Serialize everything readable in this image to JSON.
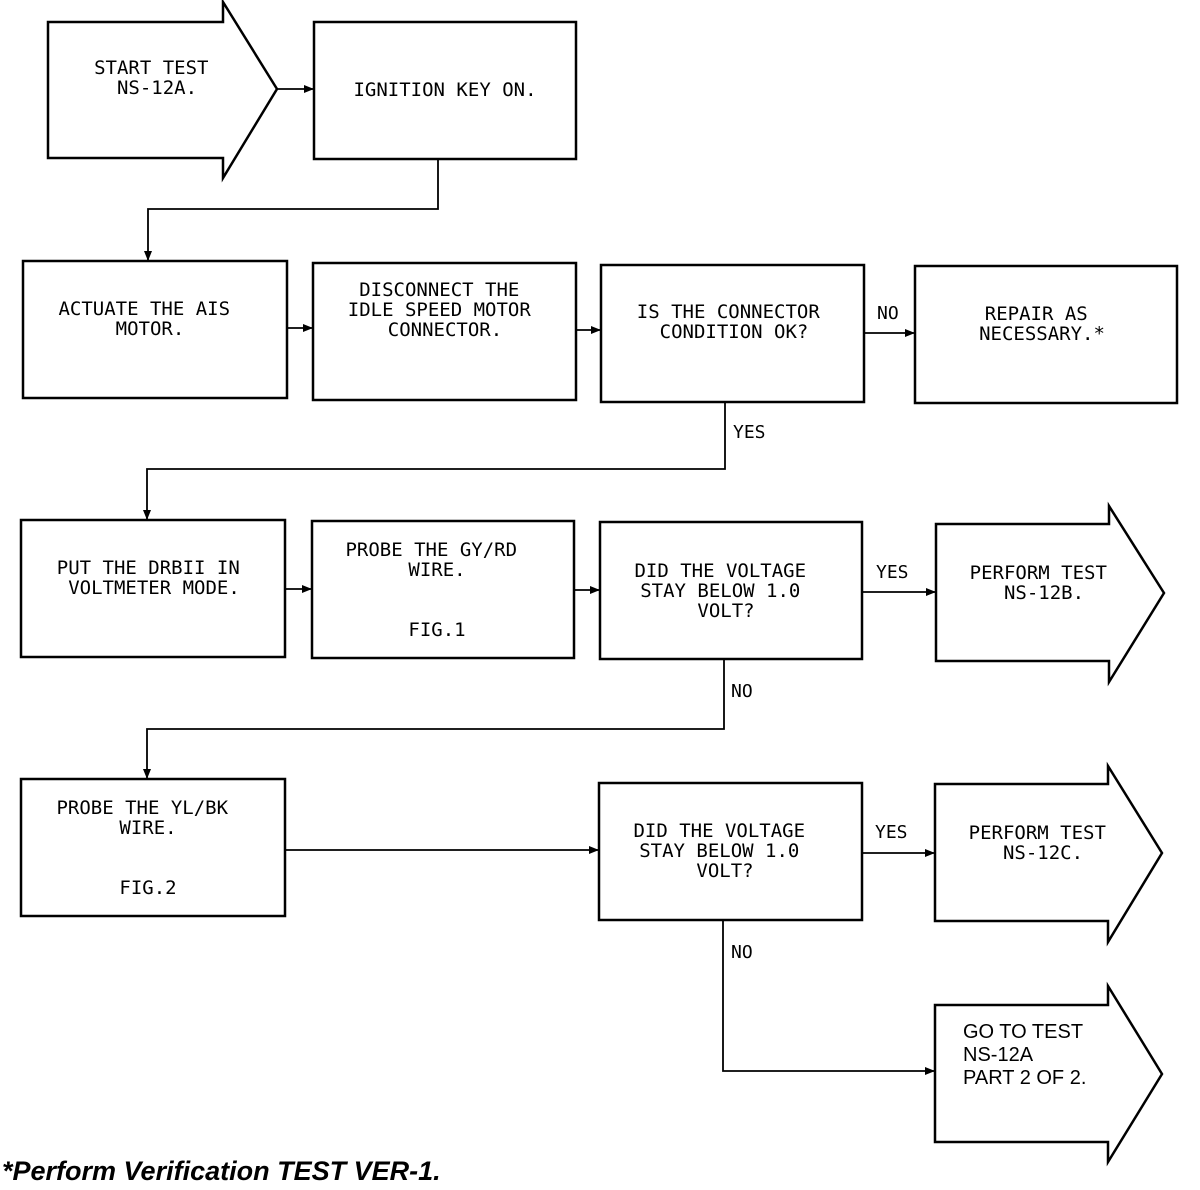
{
  "nodes": {
    "start": [
      "START TEST",
      "NS-12A."
    ],
    "ignition": [
      "IGNITION KEY ON."
    ],
    "actuate": [
      "ACTUATE THE AIS",
      "MOTOR."
    ],
    "disconnect": [
      "DISCONNECT THE",
      "IDLE SPEED MOTOR",
      "CONNECTOR."
    ],
    "connector_ok": [
      "IS THE CONNECTOR",
      "CONDITION OK?"
    ],
    "repair": [
      "REPAIR AS",
      "NECESSARY.*"
    ],
    "voltmeter": [
      "PUT THE DRBII IN",
      "VOLTMETER MODE."
    ],
    "probe_gyrd": [
      "PROBE THE GY/RD",
      "WIRE."
    ],
    "probe_gyrd_fig": "FIG.1",
    "voltage_1": [
      "DID THE VOLTAGE",
      "STAY BELOW 1.0",
      "VOLT?"
    ],
    "perform_b": [
      "PERFORM TEST",
      "NS-12B."
    ],
    "probe_ylbk": [
      "PROBE THE YL/BK",
      "WIRE."
    ],
    "probe_ylbk_fig": "FIG.2",
    "voltage_2": [
      "DID THE VOLTAGE",
      "STAY BELOW 1.0",
      "VOLT?"
    ],
    "perform_c": [
      "PERFORM TEST",
      "NS-12C."
    ],
    "goto": [
      "GO TO TEST",
      "NS-12A",
      "PART 2 OF 2."
    ]
  },
  "edge_labels": {
    "connector_no": "NO",
    "connector_yes": "YES",
    "voltage1_yes": "YES",
    "voltage1_no": "NO",
    "voltage2_yes": "YES",
    "voltage2_no": "NO"
  },
  "footnote": "*Perform Verification TEST VER-1."
}
